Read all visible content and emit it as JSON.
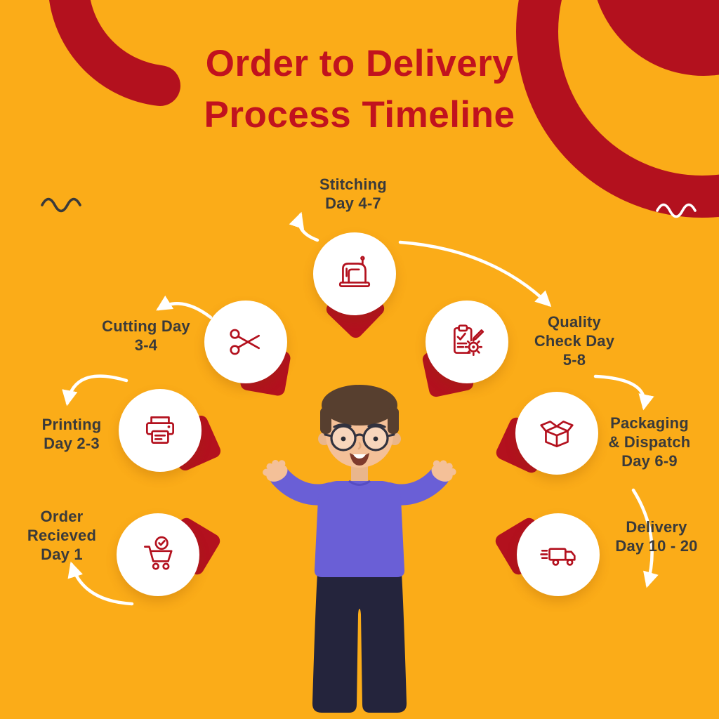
{
  "title": {
    "line1": "Order to Delivery",
    "line2": "Process Timeline"
  },
  "steps": [
    {
      "name": "order-received",
      "label": "Order\nRecieved\nDay 1",
      "icon": "cart-icon"
    },
    {
      "name": "printing",
      "label": "Printing\nDay 2-3",
      "icon": "printer-icon"
    },
    {
      "name": "cutting",
      "label": "Cutting Day\n3-4",
      "icon": "scissors-icon"
    },
    {
      "name": "stitching",
      "label": "Stitching\nDay 4-7",
      "icon": "sewing-machine-icon"
    },
    {
      "name": "quality-check",
      "label": "Quality\nCheck Day\n5-8",
      "icon": "quality-check-icon"
    },
    {
      "name": "packaging-dispatch",
      "label": "Packaging\n& Dispatch\nDay 6-9",
      "icon": "open-box-icon"
    },
    {
      "name": "delivery",
      "label": "Delivery\nDay 10 - 20",
      "icon": "delivery-truck-icon"
    }
  ],
  "colors": {
    "background": "#FBAC18",
    "accent_red": "#B3111E",
    "title_red": "#C1121E",
    "text_dark": "#3A3A3A",
    "circle_fill": "#FFFFFF",
    "shirt": "#6A5FD6",
    "pants": "#24243C",
    "skin": "#F4C098",
    "hair": "#573F2F"
  }
}
